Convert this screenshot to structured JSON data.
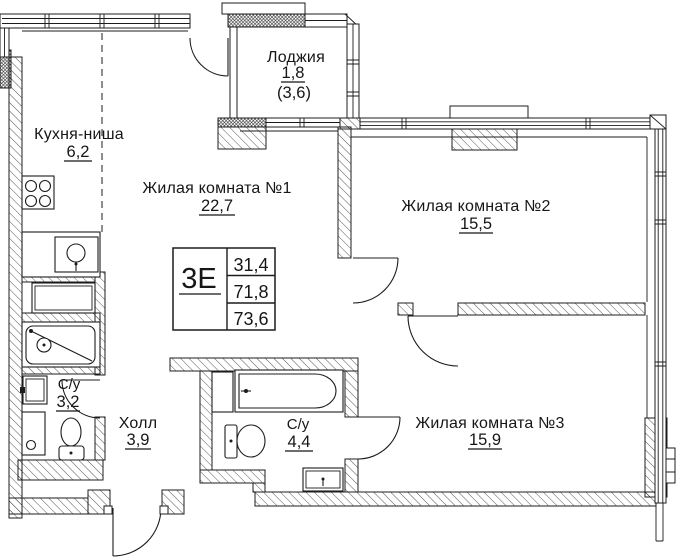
{
  "meta": {
    "title": "Floor plan of 3-room apartment",
    "colors": {
      "ink": "#1c1c1c",
      "background": "#ffffff"
    }
  },
  "apartment": {
    "type": "3Е",
    "areas": {
      "living": "31,4",
      "heated": "71,8",
      "total": "73,6"
    }
  },
  "rooms": {
    "loggia": {
      "name": "Лоджия",
      "area": "1,8",
      "area_secondary": "(3,6)"
    },
    "kitchen": {
      "name": "Кухня-ниша",
      "area": "6,2"
    },
    "room1": {
      "name": "Жилая комната №1",
      "area": "22,7"
    },
    "room2": {
      "name": "Жилая комната №2",
      "area": "15,5"
    },
    "room3": {
      "name": "Жилая комната №3",
      "area": "15,9"
    },
    "bath1": {
      "name": "С/у",
      "area": "3,2"
    },
    "hall": {
      "name": "Холл",
      "area": "3,9"
    },
    "bath2": {
      "name": "С/у",
      "area": "4,4"
    }
  },
  "fixtures": {
    "stove": "stove-icon",
    "kitchen_sink": "kitchen-sink-icon",
    "shower_bath": "shower-bath-icon",
    "bath": "bathtub-icon",
    "wash_basin": "wash-basin-icon",
    "washing_machine": "washing-machine-icon",
    "toilet": "toilet-icon"
  }
}
